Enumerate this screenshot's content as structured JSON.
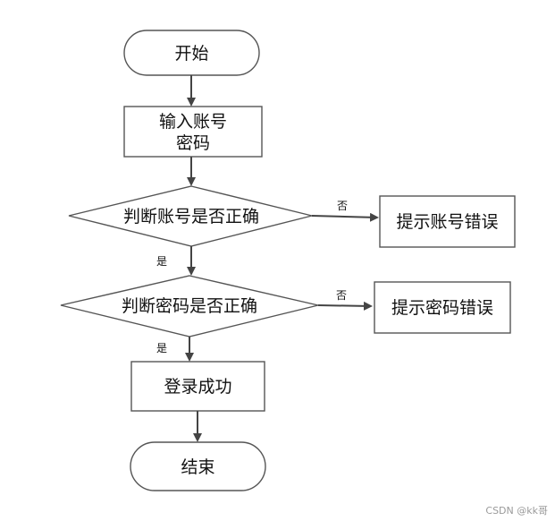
{
  "flowchart": {
    "nodes": {
      "start": "开始",
      "input_line1": "输入账号",
      "input_line2": "密码",
      "check_account": "判断账号是否正确",
      "account_error": "提示账号错误",
      "check_password": "判断密码是否正确",
      "password_error": "提示密码错误",
      "login_success": "登录成功",
      "end": "结束"
    },
    "edge_labels": {
      "account_no": "否",
      "account_yes": "是",
      "password_no": "否",
      "password_yes": "是"
    }
  },
  "watermark": "CSDN @kk哥",
  "colors": {
    "stroke": "#555555",
    "arrow": "#444444",
    "background": "#ffffff"
  }
}
